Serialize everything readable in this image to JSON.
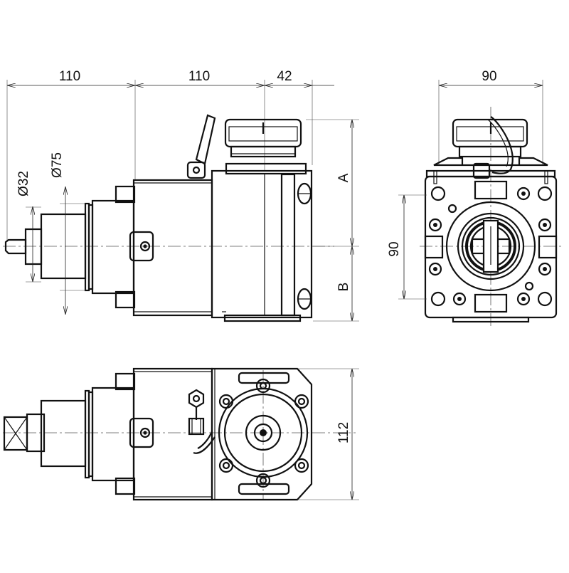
{
  "drawing": {
    "dimensions": {
      "width_a": "110",
      "width_b": "110",
      "width_c": "42",
      "width_end": "90",
      "height_front": "90",
      "height_top": "112",
      "dia_small": "Ø32",
      "dia_large": "Ø75",
      "zone_a": "A",
      "zone_b": "B"
    }
  },
  "colors": {
    "line": "#111111",
    "background": "#ffffff"
  }
}
